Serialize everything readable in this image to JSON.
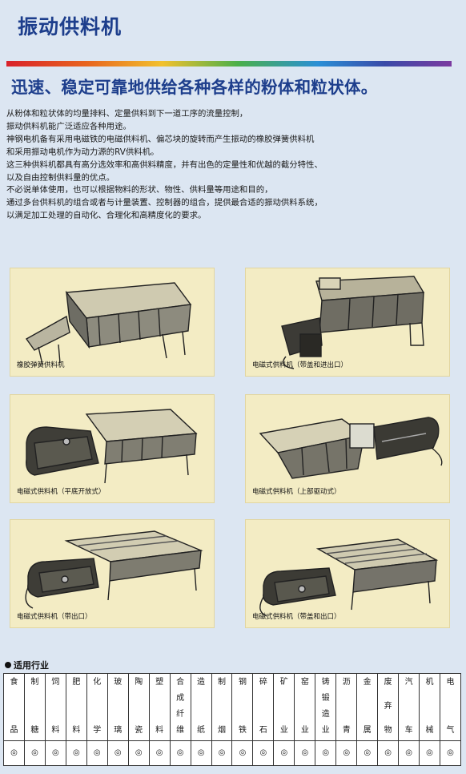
{
  "page_title": "振动供料机",
  "subtitle": "迅速、稳定可靠地供给各种各样的粉体和粒状体。",
  "intro_lines": [
    "从粉体和粒状体的均量排料、定量供料到下一道工序的流量控制，",
    "振动供料机能广泛适应各种用途。",
    "神钢电机备有采用电磁铁的电磁供料机、偏芯块的旋转而产生振动的橡胶弹簧供料机",
    "和采用振动电机作为动力源的RV供料机。",
    "这三种供料机都具有高分选效率和高供料精度，并有出色的定量性和优越的截分特性、",
    "以及自由控制供料量的优点。",
    "不必说单体使用，也可以根据物料的形状、物性、供料量等用途和目的，",
    "通过多台供料机的组合或者与计量装置、控制器的组合，提供最合适的振动供料系统，",
    "以满足加工处理的自动化、合理化和高精度化的要求。"
  ],
  "products": [
    {
      "caption": "橡胶弹簧供料机",
      "icon": "rubber-spring-feeder-drawing"
    },
    {
      "caption": "电磁式供料机（带盖和进出口）",
      "icon": "covered-feeder-drawing"
    },
    {
      "caption": "电磁式供料机（平底开放式）",
      "icon": "open-trough-feeder-drawing"
    },
    {
      "caption": "电磁式供料机（上部驱动式）",
      "icon": "top-drive-feeder-drawing"
    },
    {
      "caption": "电磁式供料机（带出口）",
      "icon": "outlet-feeder-drawing"
    },
    {
      "caption": "电磁式供料机（带盖和出口）",
      "icon": "covered-outlet-feeder-drawing"
    }
  ],
  "applications": {
    "label": "适用行业",
    "mark": "◎",
    "industries": [
      [
        "食",
        "品"
      ],
      [
        "制",
        "糖"
      ],
      [
        "饲",
        "料"
      ],
      [
        "肥",
        "料"
      ],
      [
        "化",
        "学"
      ],
      [
        "玻",
        "璃"
      ],
      [
        "陶",
        "瓷"
      ],
      [
        "塑",
        "料"
      ],
      [
        "合",
        "成",
        "纤",
        "维"
      ],
      [
        "造",
        "纸"
      ],
      [
        "制",
        "烟"
      ],
      [
        "钢",
        "铁"
      ],
      [
        "碎",
        "石"
      ],
      [
        "矿",
        "业"
      ],
      [
        "窑",
        "业"
      ],
      [
        "铸",
        "锻",
        "造",
        "业"
      ],
      [
        "沥",
        "青"
      ],
      [
        "金",
        "属"
      ],
      [
        "废",
        "弃",
        "物"
      ],
      [
        "汽",
        "车"
      ],
      [
        "机",
        "械"
      ],
      [
        "电",
        "气"
      ]
    ]
  }
}
